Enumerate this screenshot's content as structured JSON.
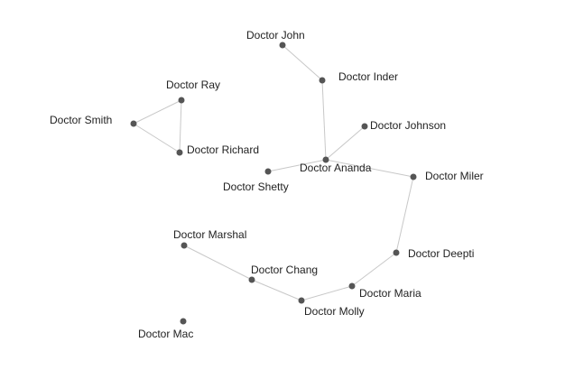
{
  "graph": {
    "nodes": [
      {
        "id": "john",
        "label": "Doctor John"
      },
      {
        "id": "inder",
        "label": "Doctor Inder"
      },
      {
        "id": "ray",
        "label": "Doctor Ray"
      },
      {
        "id": "smith",
        "label": "Doctor Smith"
      },
      {
        "id": "richard",
        "label": "Doctor Richard"
      },
      {
        "id": "johnson",
        "label": "Doctor Johnson"
      },
      {
        "id": "ananda",
        "label": "Doctor Ananda"
      },
      {
        "id": "shetty",
        "label": "Doctor Shetty"
      },
      {
        "id": "miler",
        "label": "Doctor Miler"
      },
      {
        "id": "marshal",
        "label": "Doctor Marshal"
      },
      {
        "id": "chang",
        "label": "Doctor Chang"
      },
      {
        "id": "deepti",
        "label": "Doctor Deepti"
      },
      {
        "id": "maria",
        "label": "Doctor Maria"
      },
      {
        "id": "molly",
        "label": "Doctor Molly"
      },
      {
        "id": "mac",
        "label": "Doctor Mac"
      }
    ],
    "edges": [
      [
        "john",
        "inder"
      ],
      [
        "inder",
        "ananda"
      ],
      [
        "johnson",
        "ananda"
      ],
      [
        "ananda",
        "shetty"
      ],
      [
        "ananda",
        "miler"
      ],
      [
        "miler",
        "deepti"
      ],
      [
        "deepti",
        "maria"
      ],
      [
        "maria",
        "molly"
      ],
      [
        "molly",
        "chang"
      ],
      [
        "chang",
        "marshal"
      ],
      [
        "ray",
        "smith"
      ],
      [
        "ray",
        "richard"
      ],
      [
        "smith",
        "richard"
      ]
    ]
  }
}
